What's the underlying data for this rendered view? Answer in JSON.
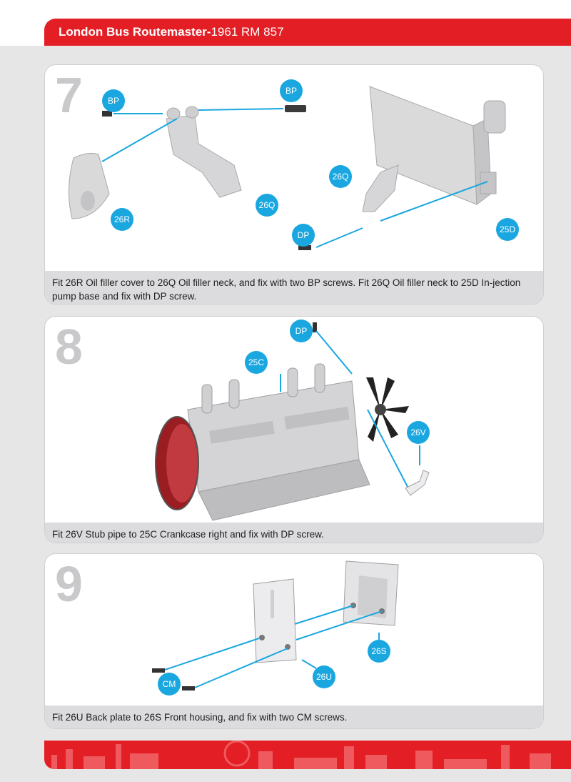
{
  "header": {
    "title_bold": "London Bus Routemaster-",
    "title_rest": "1961 RM 857"
  },
  "colors": {
    "brand_red": "#e31e24",
    "callout_blue": "#1aa7e0",
    "caption_bg": "#dcdcde"
  },
  "steps": [
    {
      "number": "7",
      "callouts": [
        "BP",
        "BP",
        "26R",
        "26Q",
        "26Q",
        "DP",
        "25D"
      ],
      "caption": "Fit 26R Oil filler cover to 26Q Oil filler neck, and fix with two BP screws. Fit 26Q Oil filler neck to 25D In-jection pump base and fix with DP screw."
    },
    {
      "number": "8",
      "callouts": [
        "DP",
        "25C",
        "26V"
      ],
      "caption": "Fit 26V Stub pipe to 25C Crankcase right and fix with DP screw."
    },
    {
      "number": "9",
      "callouts": [
        "CM",
        "26U",
        "26S"
      ],
      "caption": "Fit 26U Back plate to 26S Front housing, and fix with two CM screws."
    }
  ]
}
